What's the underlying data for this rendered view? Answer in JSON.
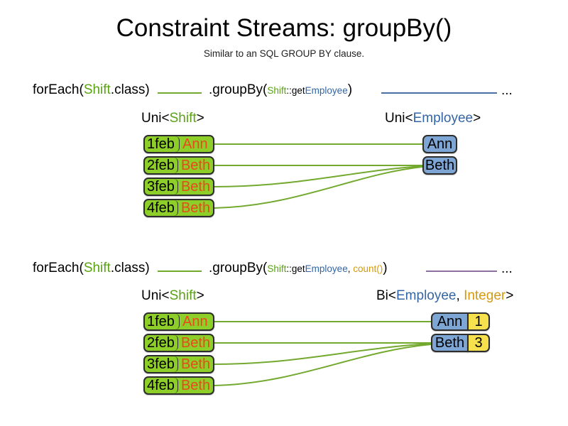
{
  "header": {
    "title": "Constraint Streams: groupBy()",
    "subtitle": "Similar to an SQL GROUP BY clause."
  },
  "colors": {
    "shift_green": "#8ece28",
    "shift_name_orange": "#e8491d",
    "employee_blue": "#7ea6d4",
    "count_yellow": "#f7e04e",
    "link_green": "#73a92e",
    "connector_blue": "#4a6fa5",
    "connector_purple": "#8c6f9e",
    "keyword_green": "#59a312",
    "keyword_blue": "#3465a4",
    "keyword_gold": "#d49a0d"
  },
  "sections": [
    {
      "id": "section-uni",
      "code": {
        "for_each_prefix": "forEach(",
        "for_each_type": "Shift",
        "for_each_suffix": ".class)",
        "group_by_prefix": ".groupBy(",
        "group_by_arg_type": "Shift",
        "group_by_arg_getter": "::get",
        "group_by_arg_prop": "Employee",
        "group_by_suffix": ")",
        "trailing_ellipsis": "...",
        "trailing_line_color": "blue"
      },
      "left_type_label": {
        "prefix": "Uni<",
        "type": "Shift",
        "suffix": ">"
      },
      "right_type_label": {
        "prefix": "Uni<",
        "type": "Employee",
        "suffix": ">"
      },
      "shifts": [
        {
          "date": "1feb",
          "name": "Ann"
        },
        {
          "date": "2feb",
          "name": "Beth"
        },
        {
          "date": "3feb",
          "name": "Beth"
        },
        {
          "date": "4feb",
          "name": "Beth"
        }
      ],
      "employees": [
        {
          "name": "Ann"
        },
        {
          "name": "Beth"
        }
      ]
    },
    {
      "id": "section-bi",
      "code": {
        "for_each_prefix": "forEach(",
        "for_each_type": "Shift",
        "for_each_suffix": ".class)",
        "group_by_prefix": ".groupBy(",
        "group_by_arg_type": "Shift",
        "group_by_arg_getter": "::get",
        "group_by_arg_prop": "Employee",
        "group_by_arg_comma": ", ",
        "group_by_arg_collector": "count()",
        "group_by_suffix": ")",
        "trailing_ellipsis": "...",
        "trailing_line_color": "purple"
      },
      "left_type_label": {
        "prefix": "Uni<",
        "type": "Shift",
        "suffix": ">"
      },
      "right_type_label": {
        "prefix": "Bi<",
        "type": "Employee",
        "separator": ", ",
        "type2": "Integer",
        "suffix": ">"
      },
      "shifts": [
        {
          "date": "1feb",
          "name": "Ann"
        },
        {
          "date": "2feb",
          "name": "Beth"
        },
        {
          "date": "3feb",
          "name": "Beth"
        },
        {
          "date": "4feb",
          "name": "Beth"
        }
      ],
      "employees": [
        {
          "name": "Ann",
          "count": "1"
        },
        {
          "name": "Beth",
          "count": "3"
        }
      ]
    }
  ]
}
